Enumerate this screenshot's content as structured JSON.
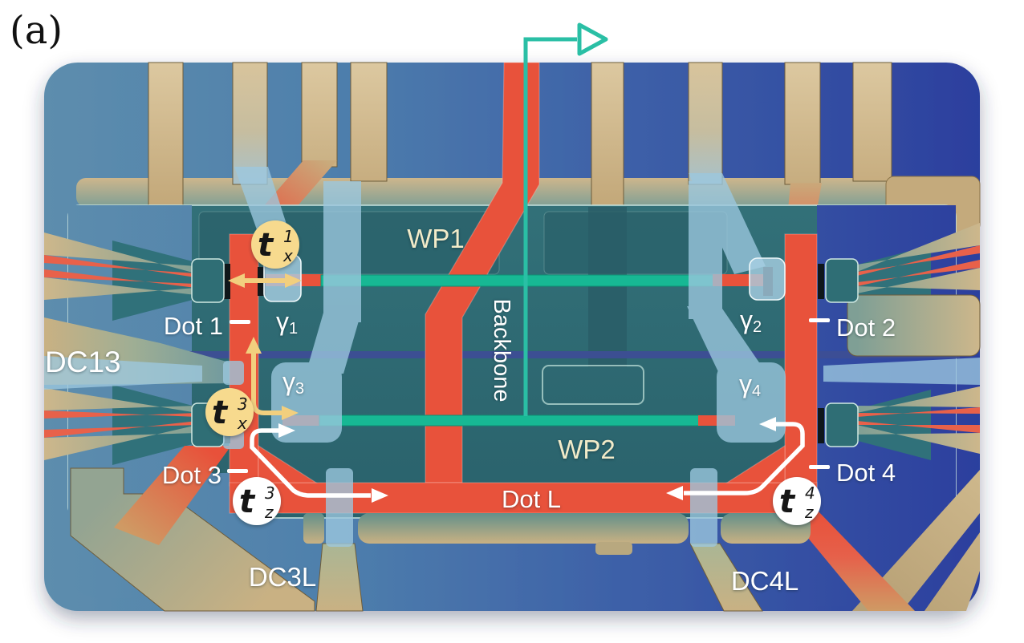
{
  "panel_label": "(a)",
  "labels": {
    "wp1": "WP1",
    "wp2": "WP2",
    "dc13": "DC13",
    "dc3l": "DC3L",
    "dc4l": "DC4L",
    "backbone": "Backbone",
    "dot1": "Dot 1",
    "dot2": "Dot 2",
    "dot3": "Dot 3",
    "dot4": "Dot 4",
    "dot_l": "Dot L"
  },
  "majorana_labels": {
    "g1": {
      "base": "γ",
      "sub": "1"
    },
    "g2": {
      "base": "γ",
      "sub": "2"
    },
    "g3": {
      "base": "γ",
      "sub": "3"
    },
    "g4": {
      "base": "γ",
      "sub": "4"
    }
  },
  "coupling_badges": {
    "tx1": {
      "t": "t",
      "sup": "1",
      "sub": "x"
    },
    "tx3": {
      "t": "t",
      "sup": "3",
      "sub": "x"
    },
    "tz3": {
      "t": "t",
      "sup": "3",
      "sub": "z"
    },
    "tz4": {
      "t": "t",
      "sup": "4",
      "sub": "z"
    }
  },
  "colors": {
    "wire_red": "#e8523b",
    "wire_green": "#17b894",
    "readout_teal": "#2abfa5",
    "gold_gate": "#c9b183",
    "mesa_teal": "#2e6d74",
    "chip_blue_left": "#5d8dad",
    "chip_blue_right": "#2c3f9e",
    "cutter_light_blue": "#9cc8df",
    "depletion_navy": "#3d4e95",
    "badge_yellow": "#f7da8e",
    "arrow_yellow": "#f2cf7e",
    "label_cream": "#f2ebc9",
    "label_white": "#ffffff"
  }
}
